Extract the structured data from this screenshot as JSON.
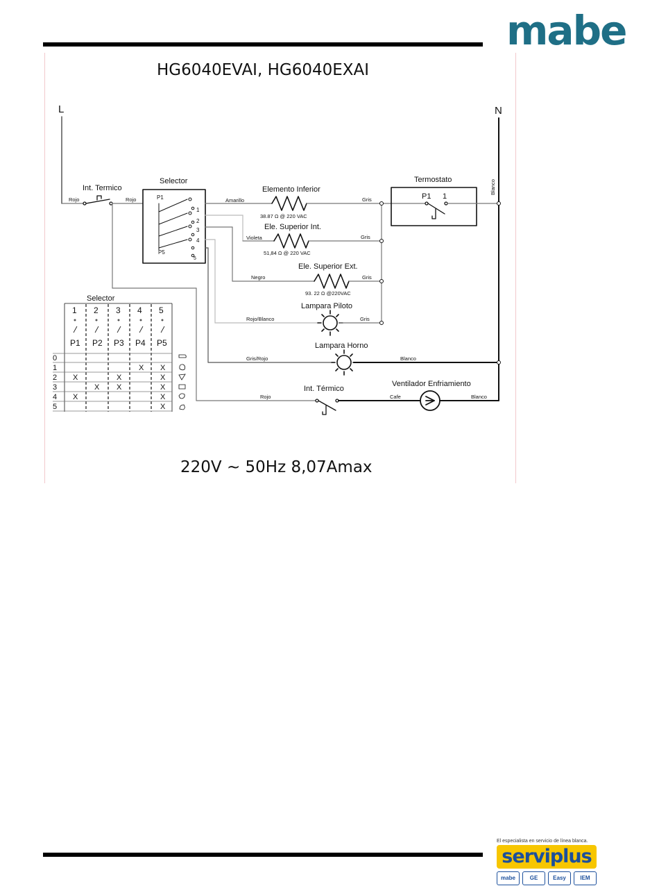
{
  "header": {
    "logo": "mabe"
  },
  "title": "HG6040EVAI, HG6040EXAI",
  "spec": "220V ~ 50Hz 8,07Amax",
  "lines": {
    "L": "L",
    "N": "N"
  },
  "components": {
    "int_termico": "Int. Termico",
    "selector": "Selector",
    "p1": "P1",
    "p5": "P5",
    "pos": [
      "1",
      "2",
      "3",
      "4",
      "5"
    ],
    "termostato": "Termostato",
    "t_p1": "P1",
    "t_1": "1",
    "elem_inf": "Elemento Inferior",
    "elem_inf_val": "38.87 Ω @ 220 VAC",
    "sup_int": "Ele. Superior Int.",
    "sup_int_val": "51,84 Ω @ 220 VAC",
    "sup_ext": "Ele. Superior Ext.",
    "sup_ext_val": "93. 22 Ω @220VAC",
    "lamp_piloto": "Lampara Piloto",
    "lamp_horno": "Lampara Horno",
    "int_termico2": "Int. Térmico",
    "ventilador": "Ventilador Enfriamiento"
  },
  "wires": {
    "rojo": "Rojo",
    "rojo2": "Rojo",
    "amarillo": "Amarillo",
    "violeta": "Violeta",
    "negro": "Negro",
    "rojo_blanco": "Rojo/Blanco",
    "gris_rojo": "Gris/Rojo",
    "rojo3": "Rojo",
    "gris1": "Gris",
    "gris2": "Gris",
    "gris3": "Gris",
    "gris4": "Gris",
    "blanco_v": "Blanco",
    "blanco1": "Blanco",
    "blanco2": "Blanco",
    "cafe": "Cafe"
  },
  "table": {
    "title": "Selector",
    "col_nums": [
      "1",
      "2",
      "3",
      "4",
      "5"
    ],
    "col_labels": [
      "P1",
      "P2",
      "P3",
      "P4",
      "P5"
    ],
    "rows": [
      {
        "label": "0",
        "cells": [
          "",
          "",
          "",
          "",
          ""
        ]
      },
      {
        "label": "1",
        "cells": [
          "",
          "",
          "",
          "X",
          "X"
        ]
      },
      {
        "label": "2",
        "cells": [
          "X",
          "",
          "X",
          "",
          "X"
        ]
      },
      {
        "label": "3",
        "cells": [
          "",
          "X",
          "X",
          "",
          "X"
        ]
      },
      {
        "label": "4",
        "cells": [
          "X",
          "",
          "",
          "",
          "X"
        ]
      },
      {
        "label": "5",
        "cells": [
          "",
          "",
          "",
          "",
          "X"
        ]
      }
    ]
  },
  "footer_brand": {
    "tagline": "El especialista en servicio de línea blanca.",
    "name": "serviplus",
    "logos": [
      "mabe",
      "GE",
      "Easy",
      "IEM"
    ]
  }
}
